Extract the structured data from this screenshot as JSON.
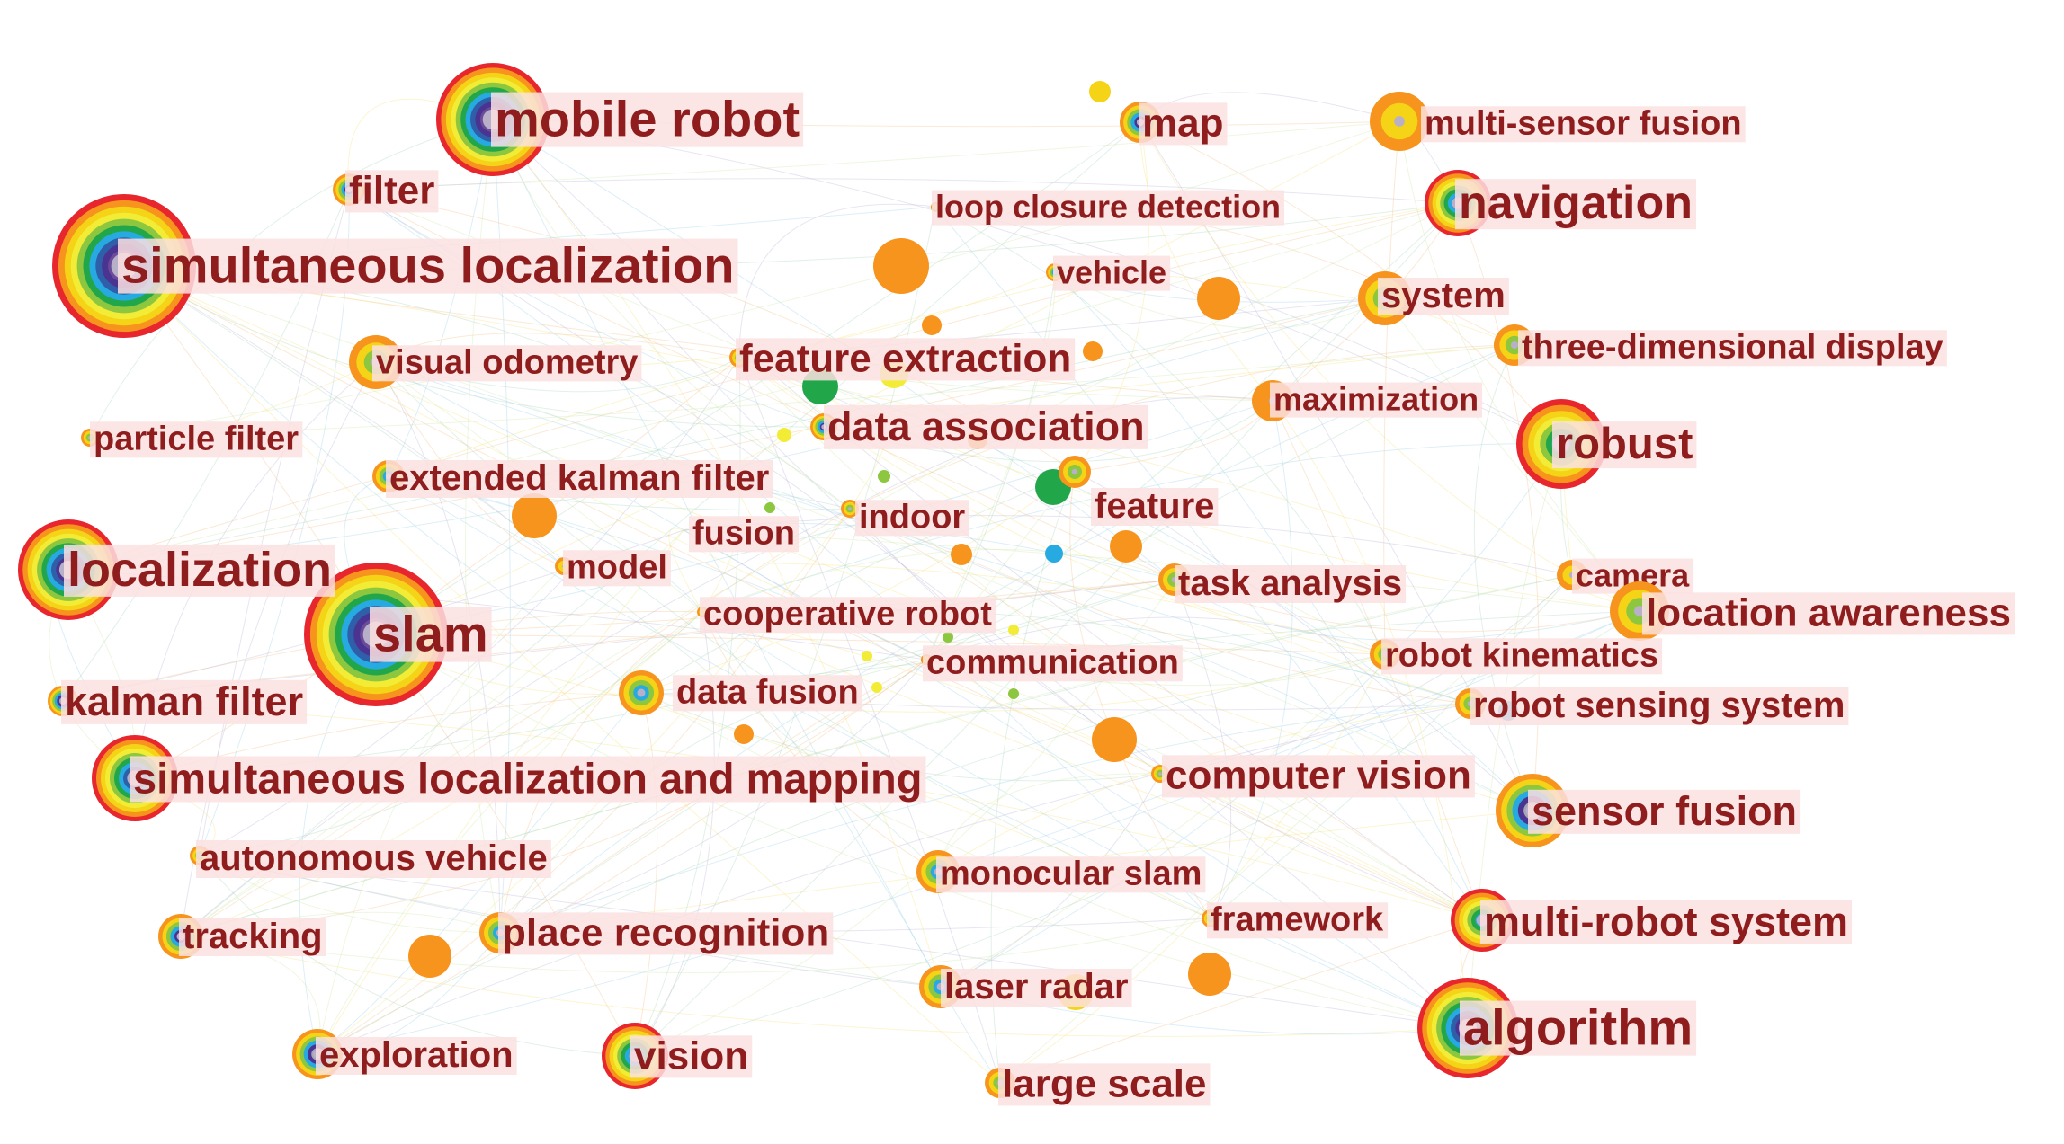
{
  "diagram": {
    "type": "keyword co-occurrence network",
    "colors": {
      "label_text": "#8f1d1d",
      "label_background": "#fbe1e1",
      "node_ring_palette": [
        "#e8262d",
        "#f7941d",
        "#f5d316",
        "#f2ec36",
        "#8dc63f",
        "#22a64a",
        "#27aae1",
        "#2e5fa8",
        "#4b3391",
        "#6b4c9a",
        "#a7a4b8"
      ]
    },
    "nodes": [
      {
        "id": "n1",
        "label": "mobile robot"
      },
      {
        "id": "n2",
        "label": "simultaneous localization"
      },
      {
        "id": "n3",
        "label": "slam"
      },
      {
        "id": "n4",
        "label": "localization"
      },
      {
        "id": "n5",
        "label": "simultaneous localization and mapping"
      },
      {
        "id": "n6",
        "label": "algorithm"
      },
      {
        "id": "n7",
        "label": "robust"
      },
      {
        "id": "n8",
        "label": "navigation"
      },
      {
        "id": "n9",
        "label": "sensor fusion"
      },
      {
        "id": "n10",
        "label": "multi-robot system"
      },
      {
        "id": "n11",
        "label": "kalman filter"
      },
      {
        "id": "n12",
        "label": "filter"
      },
      {
        "id": "n13",
        "label": "map"
      },
      {
        "id": "n14",
        "label": "multi-sensor fusion"
      },
      {
        "id": "n15",
        "label": "loop closure detection"
      },
      {
        "id": "n16",
        "label": "vehicle"
      },
      {
        "id": "n17",
        "label": "system"
      },
      {
        "id": "n18",
        "label": "three-dimensional display"
      },
      {
        "id": "n19",
        "label": "visual odometry"
      },
      {
        "id": "n20",
        "label": "feature extraction"
      },
      {
        "id": "n21",
        "label": "maximization"
      },
      {
        "id": "n22",
        "label": "particle filter"
      },
      {
        "id": "n23",
        "label": "data association"
      },
      {
        "id": "n24",
        "label": "extended kalman filter"
      },
      {
        "id": "n25",
        "label": "feature"
      },
      {
        "id": "n26",
        "label": "indoor"
      },
      {
        "id": "n27",
        "label": "fusion"
      },
      {
        "id": "n28",
        "label": "model"
      },
      {
        "id": "n29",
        "label": "task analysis"
      },
      {
        "id": "n30",
        "label": "camera"
      },
      {
        "id": "n31",
        "label": "location awareness"
      },
      {
        "id": "n32",
        "label": "cooperative robot"
      },
      {
        "id": "n33",
        "label": "robot kinematics"
      },
      {
        "id": "n34",
        "label": "communication"
      },
      {
        "id": "n35",
        "label": "data fusion"
      },
      {
        "id": "n36",
        "label": "robot sensing system"
      },
      {
        "id": "n37",
        "label": "computer vision"
      },
      {
        "id": "n38",
        "label": "autonomous vehicle"
      },
      {
        "id": "n39",
        "label": "monocular slam"
      },
      {
        "id": "n40",
        "label": "framework"
      },
      {
        "id": "n41",
        "label": "tracking"
      },
      {
        "id": "n42",
        "label": "place recognition"
      },
      {
        "id": "n43",
        "label": "laser radar"
      },
      {
        "id": "n44",
        "label": "exploration"
      },
      {
        "id": "n45",
        "label": "vision"
      },
      {
        "id": "n46",
        "label": "large scale"
      }
    ]
  }
}
